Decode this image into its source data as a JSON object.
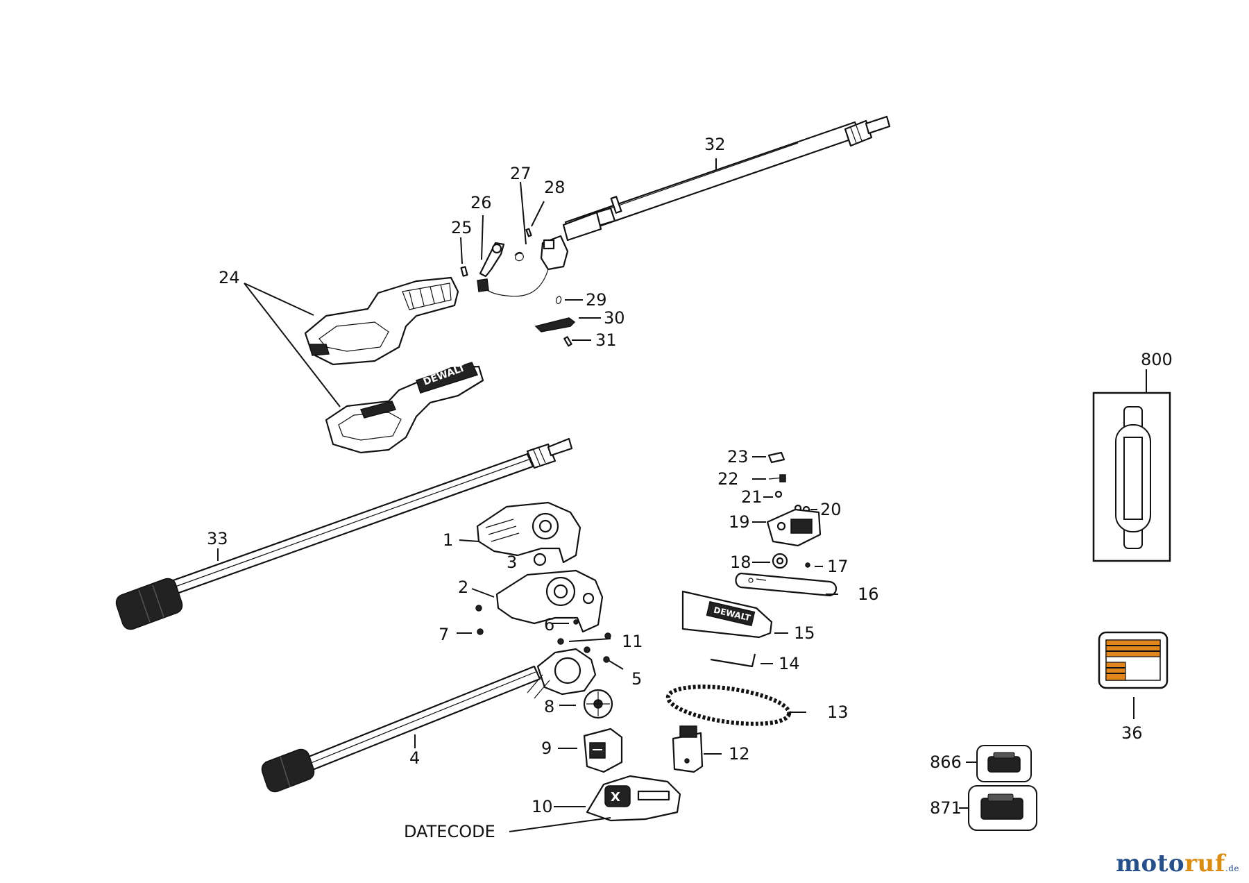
{
  "labels": {
    "l1": "1",
    "l2": "2",
    "l3": "3",
    "l4": "4",
    "l5": "5",
    "l6": "6",
    "l7": "7",
    "l8": "8",
    "l9": "9",
    "l10": "10",
    "l11": "11",
    "l12": "12",
    "l13": "13",
    "l14": "14",
    "l15": "15",
    "l16": "16",
    "l17": "17",
    "l18": "18",
    "l19": "19",
    "l20": "20",
    "l21": "21",
    "l22": "22",
    "l23": "23",
    "l24": "24",
    "l25": "25",
    "l26": "26",
    "l27": "27",
    "l28": "28",
    "l29": "29",
    "l30": "30",
    "l31": "31",
    "l32": "32",
    "l33": "33",
    "l36": "36",
    "l800": "800",
    "l866": "866",
    "l871": "871",
    "datecode": "DATECODE"
  },
  "brand_text": "DEWALT",
  "watermark": {
    "main": "moto",
    "accent": "ruf",
    "suffix": ".de"
  }
}
